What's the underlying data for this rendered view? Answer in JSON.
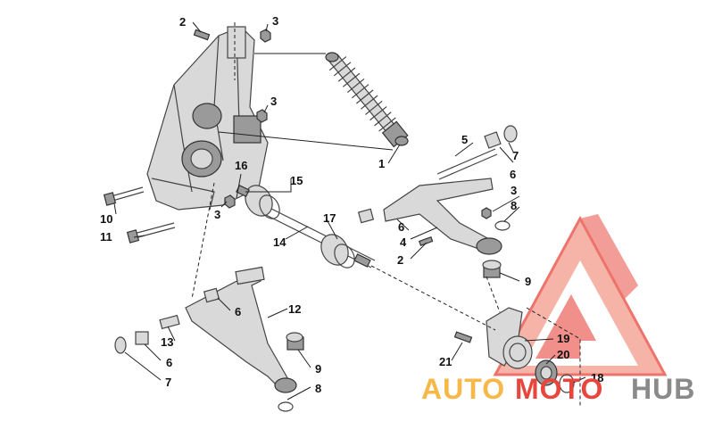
{
  "callouts": [
    {
      "id": "c1",
      "label": "1"
    },
    {
      "id": "c2a",
      "label": "2"
    },
    {
      "id": "c2b",
      "label": "2"
    },
    {
      "id": "c3a",
      "label": "3"
    },
    {
      "id": "c3b",
      "label": "3"
    },
    {
      "id": "c3c",
      "label": "3"
    },
    {
      "id": "c3d",
      "label": "3"
    },
    {
      "id": "c4",
      "label": "4"
    },
    {
      "id": "c5",
      "label": "5"
    },
    {
      "id": "c6a",
      "label": "6"
    },
    {
      "id": "c6b",
      "label": "6"
    },
    {
      "id": "c6c",
      "label": "6"
    },
    {
      "id": "c6d",
      "label": "6"
    },
    {
      "id": "c7a",
      "label": "7"
    },
    {
      "id": "c7b",
      "label": "7"
    },
    {
      "id": "c8a",
      "label": "8"
    },
    {
      "id": "c8b",
      "label": "8"
    },
    {
      "id": "c9a",
      "label": "9"
    },
    {
      "id": "c9b",
      "label": "9"
    },
    {
      "id": "c10",
      "label": "10"
    },
    {
      "id": "c11",
      "label": "11"
    },
    {
      "id": "c12",
      "label": "12"
    },
    {
      "id": "c13",
      "label": "13"
    },
    {
      "id": "c14",
      "label": "14"
    },
    {
      "id": "c15",
      "label": "15"
    },
    {
      "id": "c16",
      "label": "16"
    },
    {
      "id": "c17",
      "label": "17"
    },
    {
      "id": "c18",
      "label": "18"
    },
    {
      "id": "c19",
      "label": "19"
    },
    {
      "id": "c20",
      "label": "20"
    },
    {
      "id": "c21",
      "label": "21"
    }
  ],
  "watermark": {
    "word_1": "AUTO",
    "word_2": "MOTO",
    "word_3": "HUB",
    "color_orange": "#f7b84a",
    "color_red": "#e8453c",
    "color_gray": "#8a8a8a"
  }
}
